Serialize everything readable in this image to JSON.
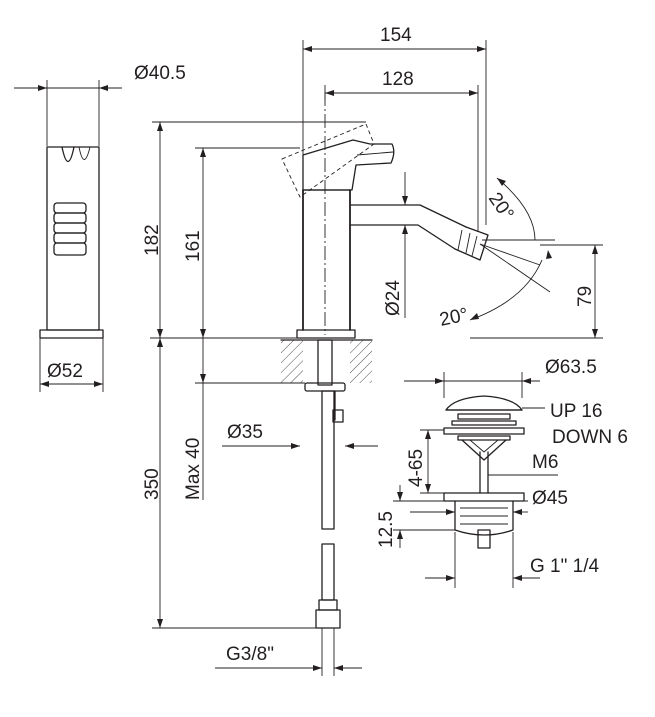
{
  "dimensions": {
    "overall_reach": "154",
    "spout_reach": "128",
    "aerator_diameter": "Ø40.5",
    "base_diameter": "Ø52",
    "total_height": "182",
    "spout_height": "161",
    "spout_diameter": "Ø24",
    "outlet_height": "79",
    "swivel_angle_top": "20°",
    "swivel_angle_bottom": "20°",
    "hole_diameter": "Ø35",
    "max_deck_thickness": "Max 40",
    "hose_length": "350",
    "hose_connection": "G3/8\"",
    "waste_cap_diameter": "Ø63.5",
    "waste_up": "UP 16",
    "waste_down": "DOWN 6",
    "waste_range": "4-65",
    "rod_thread": "M6",
    "waste_body_diameter": "Ø45",
    "waste_flange_height": "12.5",
    "waste_thread": "G 1\" 1/4"
  }
}
